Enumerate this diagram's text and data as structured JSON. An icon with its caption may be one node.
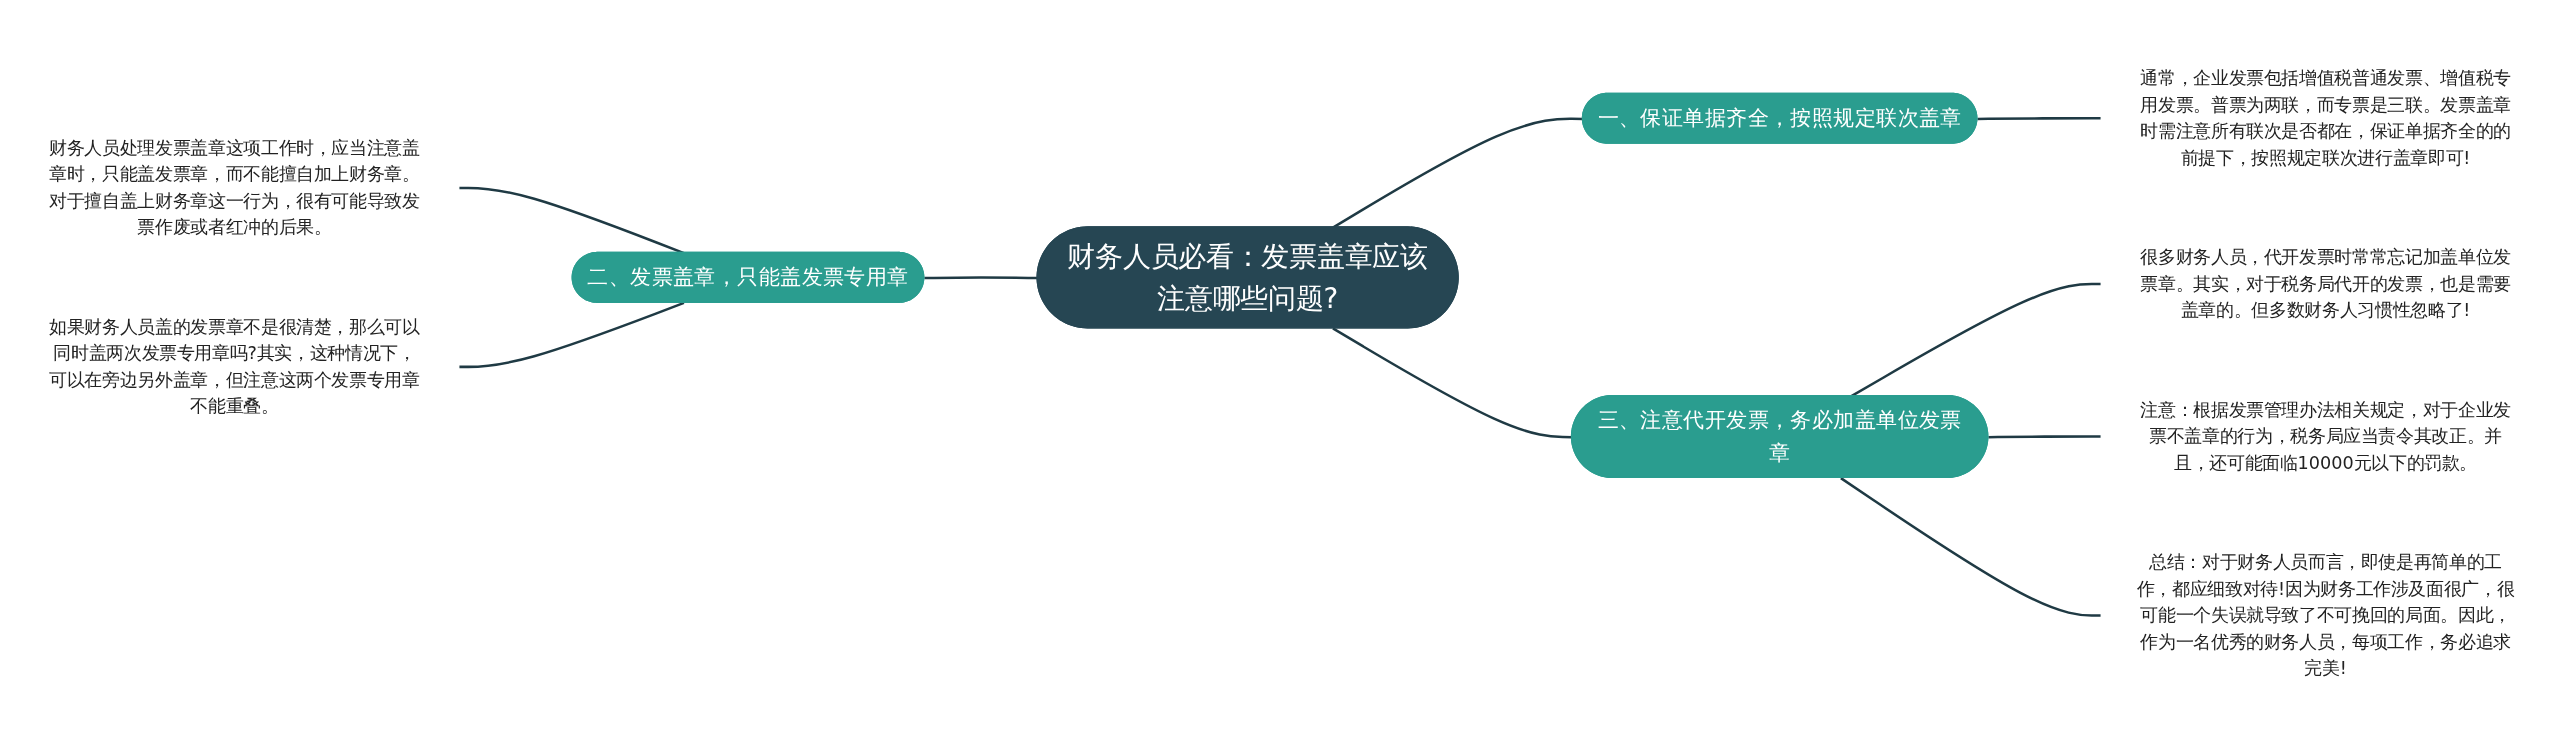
{
  "diagram": {
    "nodes": [
      {
        "text": [
          "财务人员必看：发票盖章应该注意哪些问题?"
        ]
      },
      {
        "text": [
          "一、保证单据齐全，按照规定联次盖章"
        ]
      },
      {
        "text": [
          "二、发票盖章，只能盖发票专用章"
        ]
      },
      {
        "text": [
          "三、注意代开发票，务必加盖单位发票章"
        ]
      },
      {
        "text": [
          "通常，企业发票包括增值税普通发票、增值税专用发票。普票为两联，而专票是三联。发票盖章时需注意所有联次是否都在，保证单据齐全的的前提下，按照规定联次进行盖章即可!"
        ]
      },
      {
        "text": [
          "财务人员处理发票盖章这项工作时，应当注意盖章时，只能盖发票章，而不能擅自加上财务章。对于擅自盖上财务章这一行为，很有可能导致发票作废或者红冲的后果。"
        ]
      },
      {
        "text": [
          "如果财务人员盖的发票章不是很清楚，那么可以同时盖两次发票专用章吗?其实，这种情况下，可以在旁边另外盖章，但注意这两个发票专用章不能重叠。"
        ]
      },
      {
        "text": [
          "很多财务人员，代开发票时常常忘记加盖单位发票章。其实，对于税务局代开的发票，也是需要盖章的。但多数财务人习惯性忽略了!"
        ]
      },
      {
        "text": [
          "注意：根据发票管理办法相关规定，对于企业发票不盖章的行为，税务局应当责令其改正。并且，还可能面临10000元以下的罚款。"
        ]
      },
      {
        "text": [
          "总结：对于财务人员而言，即使是再简单的工作，都应细致对待!因为财务工作涉及面很广，很可能一个失误就导致了不可挽回的局面。因此，作为一名优秀的财务人员，每项工作，务必追求完美!"
        ]
      }
    ],
    "edges": [
      {
        "from": 5,
        "to": 2,
        "arrow": "none"
      },
      {
        "from": 6,
        "to": 2,
        "arrow": "none"
      },
      {
        "from": 2,
        "to": 0,
        "arrow": "none"
      },
      {
        "from": 0,
        "to": 1,
        "arrow": "none"
      },
      {
        "from": 0,
        "to": 3,
        "arrow": "none"
      },
      {
        "from": 1,
        "to": 4,
        "arrow": "none"
      },
      {
        "from": 3,
        "to": 7,
        "arrow": "none"
      },
      {
        "from": 3,
        "to": 8,
        "arrow": "none"
      },
      {
        "from": 3,
        "to": 9,
        "arrow": "none"
      }
    ]
  }
}
